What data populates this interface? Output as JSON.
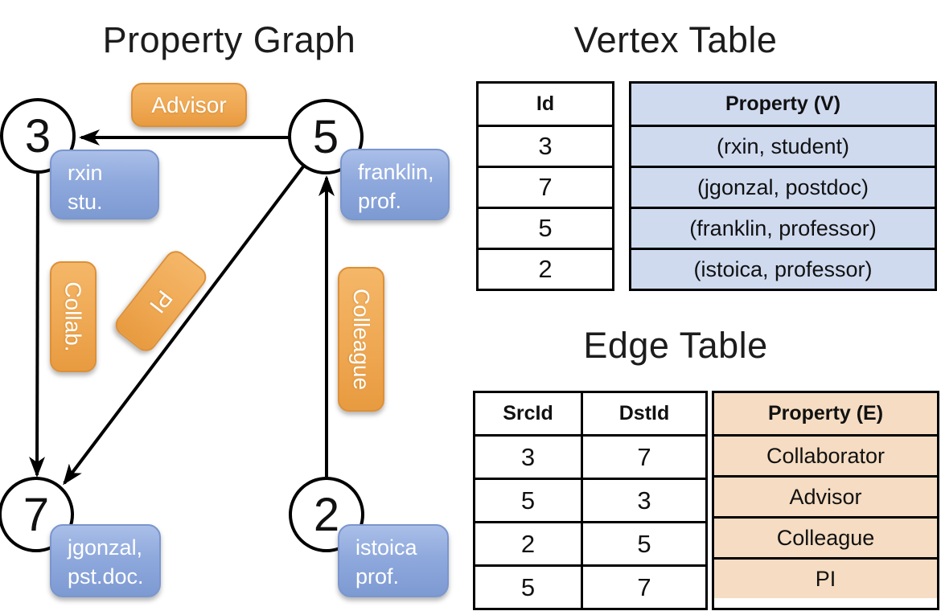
{
  "titles": {
    "graph": "Property Graph",
    "vertex_table": "Vertex Table",
    "edge_table": "Edge Table"
  },
  "graph": {
    "nodes": [
      {
        "id": "3",
        "label_line1": "rxin",
        "label_line2": "stu."
      },
      {
        "id": "5",
        "label_line1": "franklin,",
        "label_line2": "prof."
      },
      {
        "id": "7",
        "label_line1": "jgonzal,",
        "label_line2": "pst.doc."
      },
      {
        "id": "2",
        "label_line1": "istoica",
        "label_line2": "prof."
      }
    ],
    "edge_labels": [
      {
        "text": "Advisor"
      },
      {
        "text": "Collab."
      },
      {
        "text": "PI"
      },
      {
        "text": "Colleague"
      }
    ]
  },
  "vertex_table": {
    "columns": [
      "Id",
      "Property (V)"
    ],
    "rows": [
      {
        "id": "3",
        "property": "(rxin, student)"
      },
      {
        "id": "7",
        "property": "(jgonzal, postdoc)"
      },
      {
        "id": "5",
        "property": "(franklin, professor)"
      },
      {
        "id": "2",
        "property": "(istoica, professor)"
      }
    ]
  },
  "edge_table": {
    "columns": [
      "SrcId",
      "DstId",
      "Property (E)"
    ],
    "rows": [
      {
        "src": "3",
        "dst": "7",
        "property": "Collaborator"
      },
      {
        "src": "5",
        "dst": "3",
        "property": "Advisor"
      },
      {
        "src": "2",
        "dst": "5",
        "property": "Colleague"
      },
      {
        "src": "5",
        "dst": "7",
        "property": "PI"
      }
    ]
  },
  "colors": {
    "edge_label_orange": "#efa853",
    "node_label_blue": "#8fa9dd",
    "vertex_property_fill": "#cfdaef",
    "edge_property_fill": "#f5dcc2",
    "line_black": "#000000"
  }
}
